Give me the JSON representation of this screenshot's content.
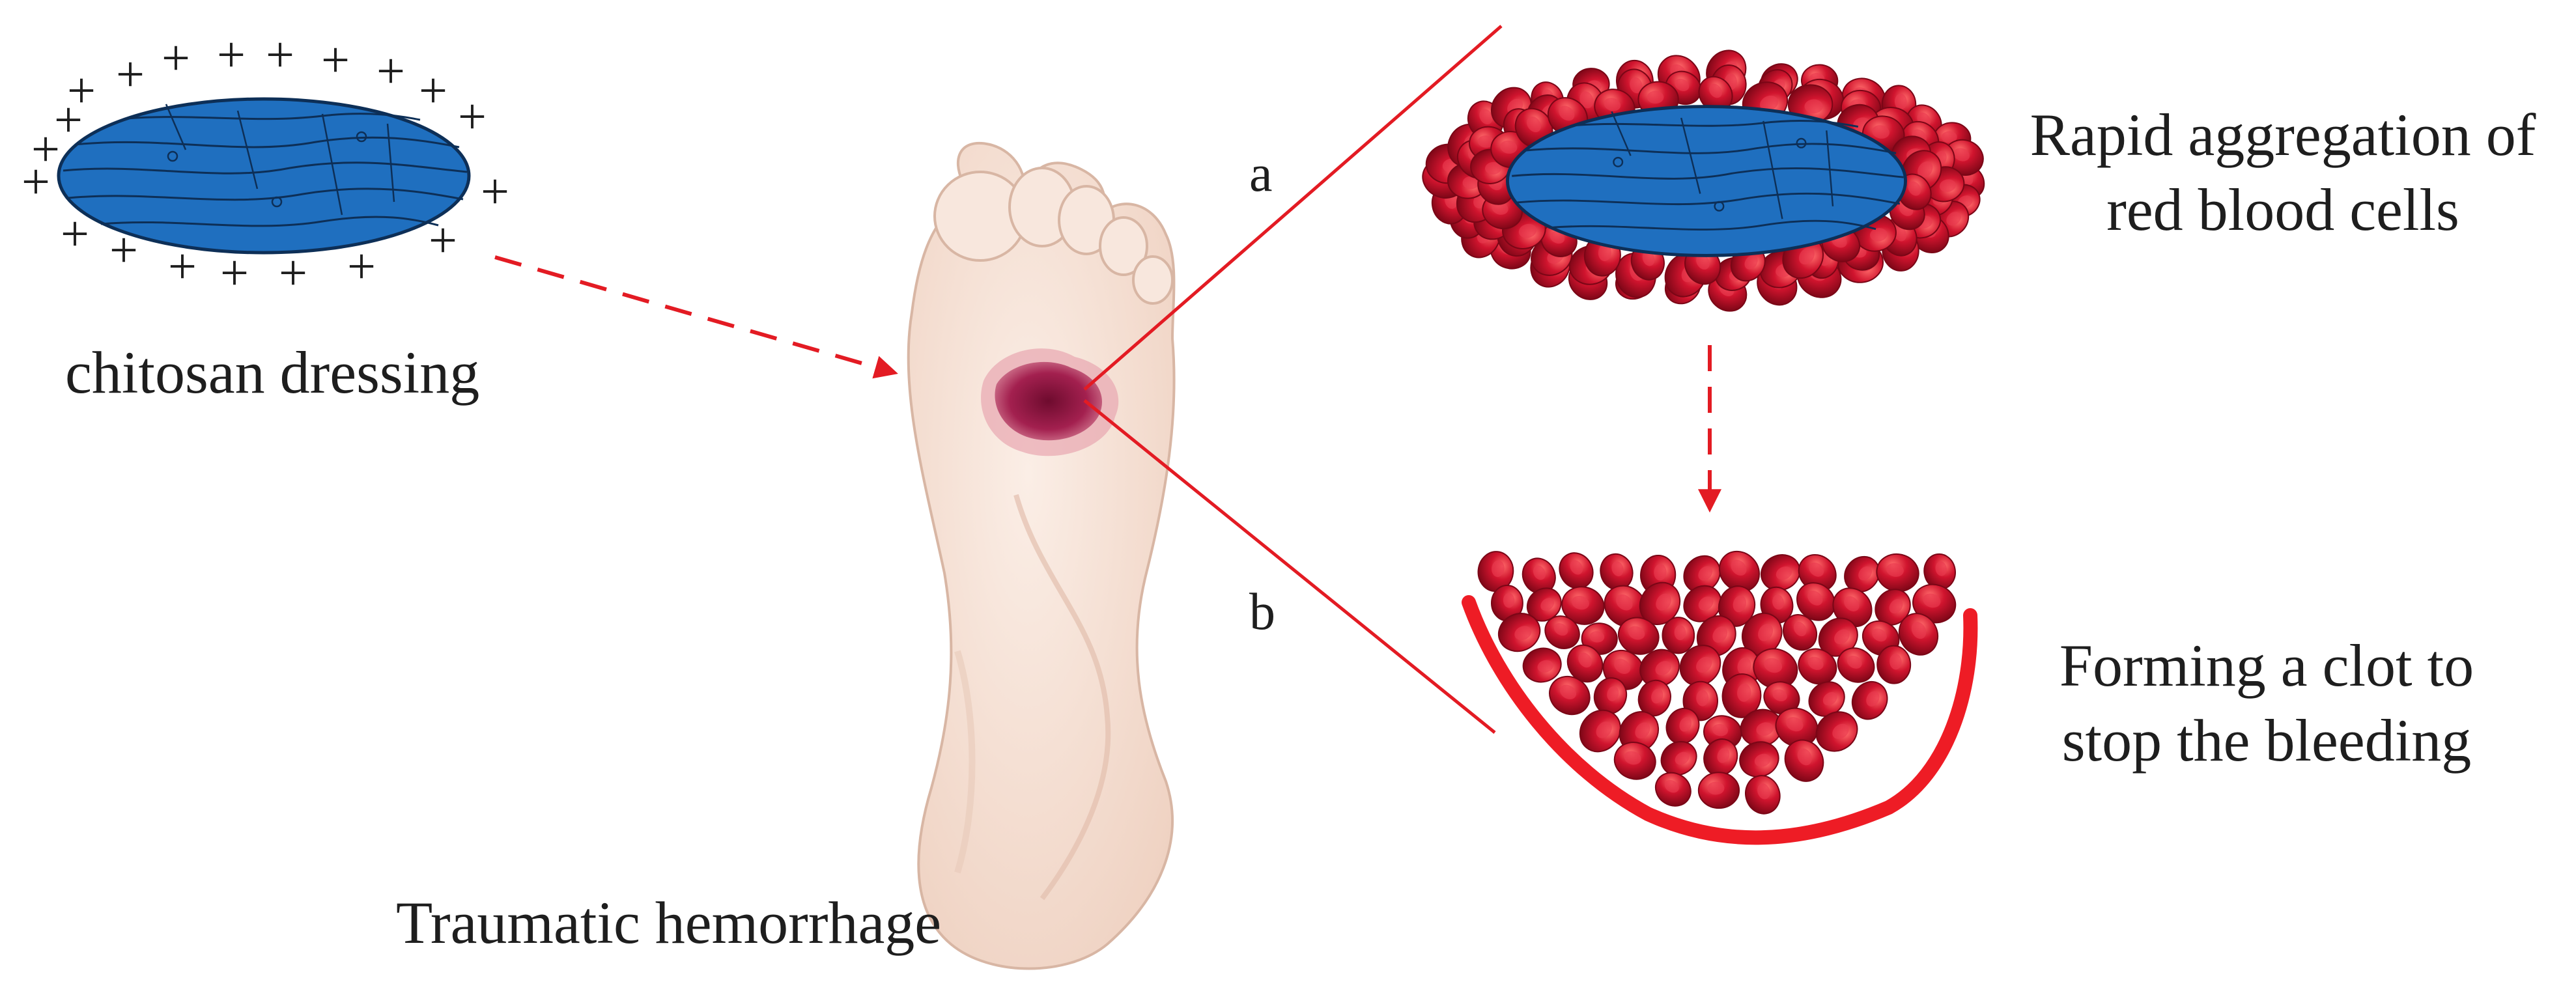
{
  "labels": {
    "dressing": "chitosan dressing",
    "hemorrhage": "Traumatic hemorrhage",
    "branch_a": "a",
    "branch_b": "b",
    "aggregation_line1": "Rapid aggregation of",
    "aggregation_line2": "red blood cells",
    "clot_line1": "Forming a clot to",
    "clot_line2": "stop the bleeding"
  },
  "symbols": {
    "charge": "+"
  },
  "colors": {
    "dressing_fill": "#1f6fbf",
    "dressing_stroke": "#0d2f57",
    "blood_cell": "#c8102e",
    "blood_cell_dark": "#8e0a1f",
    "arrow": "#e31b23",
    "clot_outline": "#ee1c25",
    "skin": "#f6e2d6",
    "skin_shadow": "#e9c6b6",
    "wound": "#a61c4a",
    "text": "#1e1e1e"
  }
}
